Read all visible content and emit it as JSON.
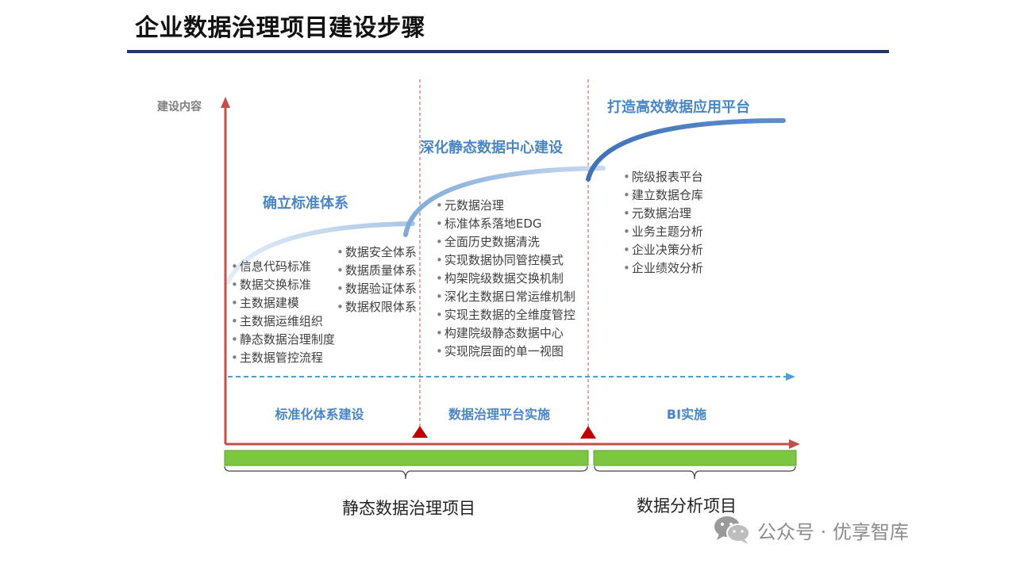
{
  "title": "企业数据治理项目建设步骤",
  "y_axis_label": "建设内容",
  "stages": [
    {
      "title": "确立标准体系",
      "items_left": [
        "信息代码标准",
        "数据交换标准",
        "主数据建模",
        "主数据运维组织",
        "静态数据治理制度",
        "主数据管控流程"
      ],
      "items_right": [
        "数据安全体系",
        "数据质量体系",
        "数据验证体系",
        "数据权限体系"
      ]
    },
    {
      "title": "深化静态数据中心建设",
      "items": [
        "元数据治理",
        "标准体系落地EDG",
        "全面历史数据清洗",
        "实现数据协同管控模式",
        "构架院级数据交换机制",
        "深化主数据日常运维机制",
        "实现主数据的全维度管控",
        "构建院级静态数据中心",
        "实现院层面的单一视图"
      ]
    },
    {
      "title": "打造高效数据应用平台",
      "items": [
        "院级报表平台",
        "建立数据仓库",
        "元数据治理",
        "业务主题分析",
        "企业决策分析",
        "企业绩效分析"
      ]
    }
  ],
  "phases": [
    "标准化体系建设",
    "数据治理平台实施",
    "BI实施"
  ],
  "projects": [
    "静态数据治理项目",
    "数据分析项目"
  ],
  "watermark": {
    "icon": "wechat-icon",
    "text": "公众号 · 优享智库"
  },
  "colors": {
    "axis": "#c0504d",
    "curve_light": "#c5d9ee",
    "curve_mid": "#8db4e2",
    "curve_dark": "#4f81bd",
    "dashed_arrow": "#4f9fd6",
    "green_bar": "#7cc642",
    "title_rule": "#1f3864"
  }
}
